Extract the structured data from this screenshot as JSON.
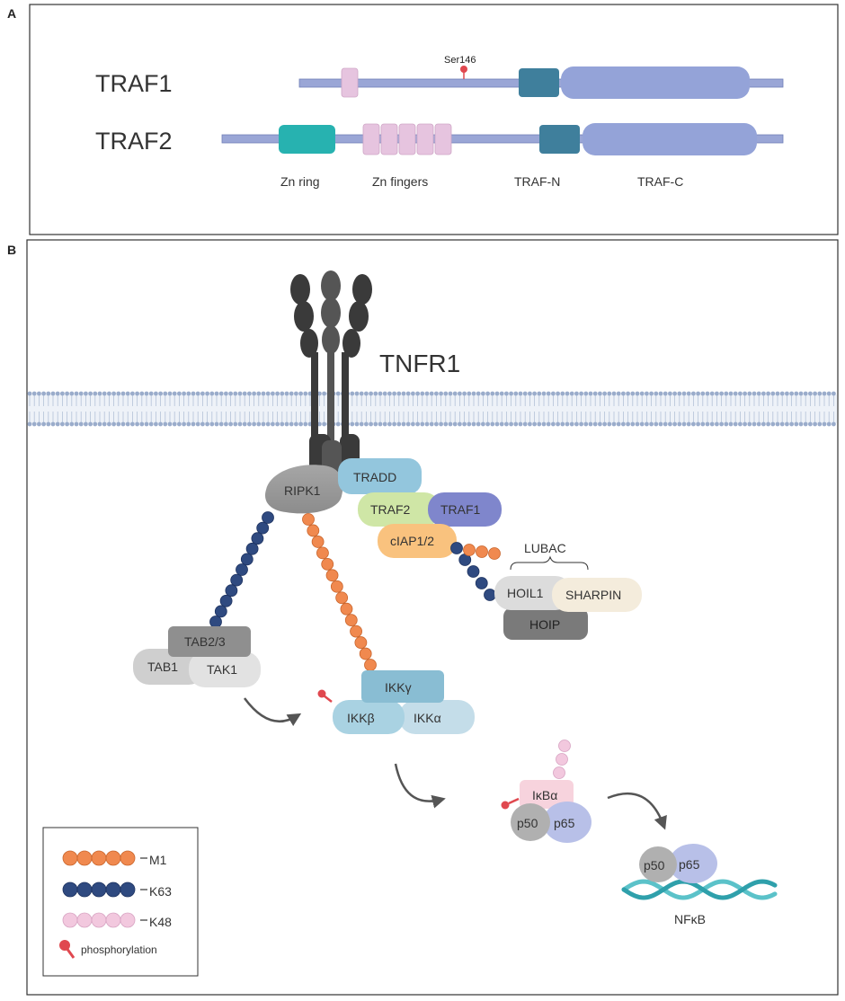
{
  "panel_a": {
    "label": "A",
    "proteins": [
      "TRAF1",
      "TRAF2"
    ],
    "site_label": "Ser146",
    "domain_labels": [
      "Zn ring",
      "Zn fingers",
      "TRAF-N",
      "TRAF-C"
    ]
  },
  "panel_b": {
    "label": "B",
    "receptor": "TNFR1",
    "complex": {
      "ripk1": "RIPK1",
      "tradd": "TRADD",
      "traf2": "TRAF2",
      "traf1": "TRAF1",
      "ciap": "cIAP1/2"
    },
    "lubac": {
      "label": "LUBAC",
      "hoil1": "HOIL1",
      "sharpin": "SHARPIN",
      "hoip": "HOIP"
    },
    "tak_complex": {
      "tab23": "TAB2/3",
      "tab1": "TAB1",
      "tak1": "TAK1"
    },
    "ikk_complex": {
      "ikkg": "IKKγ",
      "ikkb": "IKKβ",
      "ikka": "IKKα"
    },
    "ikb_complex": {
      "ikba": "IκBα",
      "p50": "p50",
      "p65": "p65"
    },
    "nfkb": {
      "p50": "p50",
      "p65": "p65",
      "label": "NFκB"
    },
    "legend": [
      {
        "label": "M1",
        "color": "#f0894f",
        "stroke": "#c9652c"
      },
      {
        "label": "K63",
        "color": "#2f4a80",
        "stroke": "#1e3360"
      },
      {
        "label": "K48",
        "color": "#f2c8de",
        "stroke": "#d7a3c2"
      },
      {
        "label": "phosphorylation",
        "color": "#e0484f",
        "stroke": "#b8303a"
      }
    ]
  },
  "colors": {
    "backbone": "#9aa6d6",
    "zn_ring": "#27b2b0",
    "zn_finger": "#e6c4df",
    "traf_n": "#3f7f9c",
    "traf_c": "#94a3d8",
    "membrane": "#b4c2d8",
    "receptor": "#3a3a3a"
  }
}
